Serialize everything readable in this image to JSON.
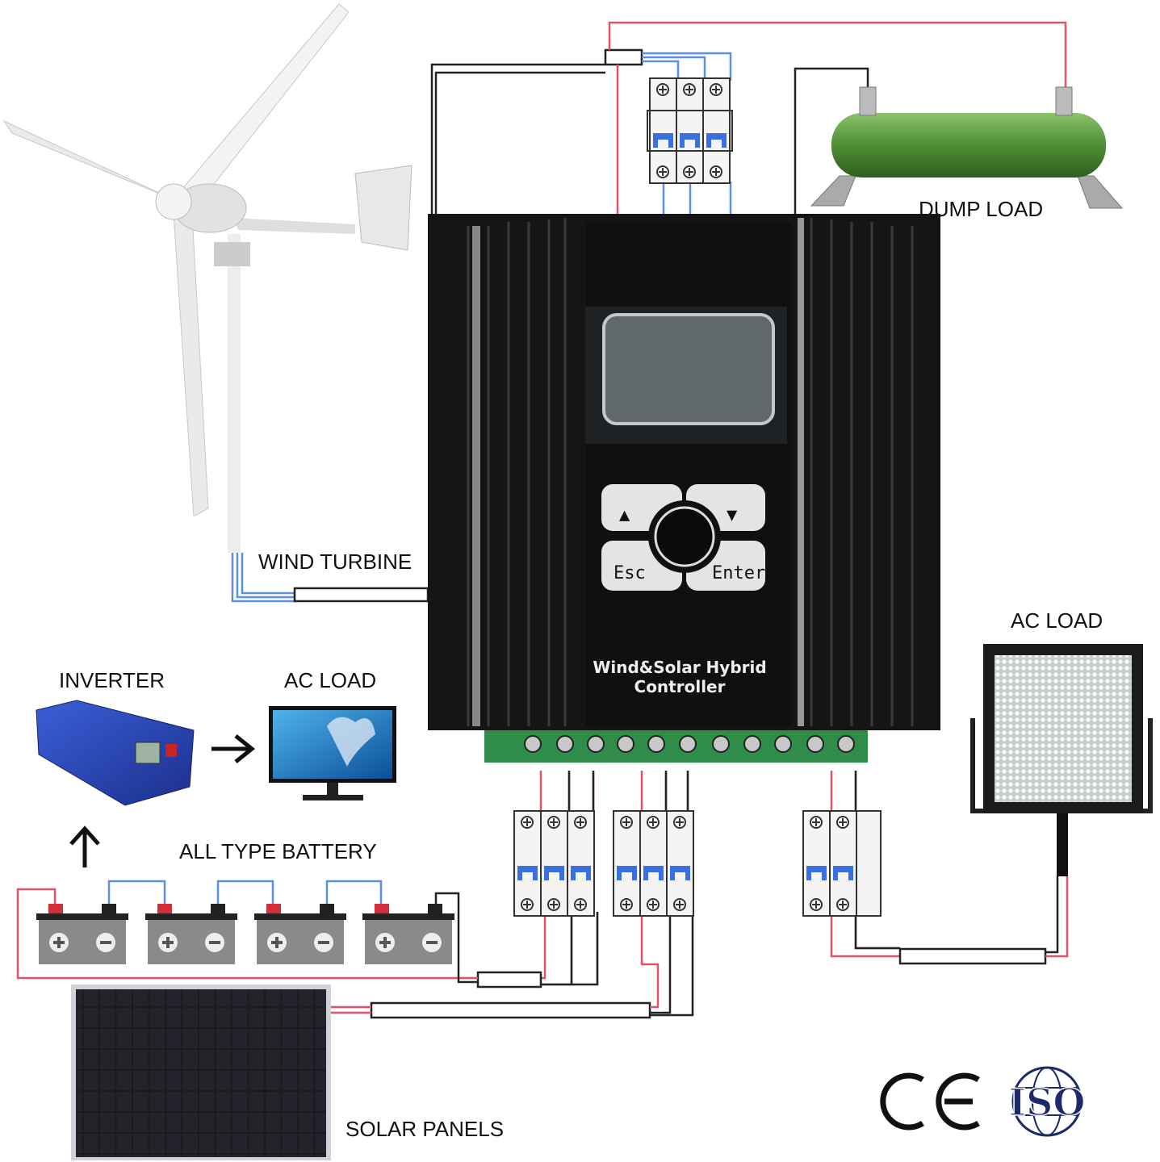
{
  "labels": {
    "wind_turbine": "WIND TURBINE",
    "dump_load": "DUMP LOAD",
    "ac_load_right": "AC LOAD",
    "inverter": "INVERTER",
    "ac_load_left": "AC LOAD",
    "battery": "ALL TYPE BATTERY",
    "solar_panels": "SOLAR PANELS"
  },
  "controller": {
    "title_line1": "Wind&Solar Hybrid",
    "title_line2": "Controller",
    "buttons": {
      "up": "▲",
      "down": "▼",
      "esc": "Esc",
      "enter": "Enter"
    }
  },
  "certifications": {
    "ce": "CE",
    "iso": "ISO"
  },
  "colors": {
    "positive_wire": "#e0506a",
    "negative_wire": "#222222",
    "phase_wire": "#5b8fe0",
    "controller": "#151515",
    "dump_load": "#5c9a3c",
    "breaker_accent": "#3a6fe0"
  }
}
